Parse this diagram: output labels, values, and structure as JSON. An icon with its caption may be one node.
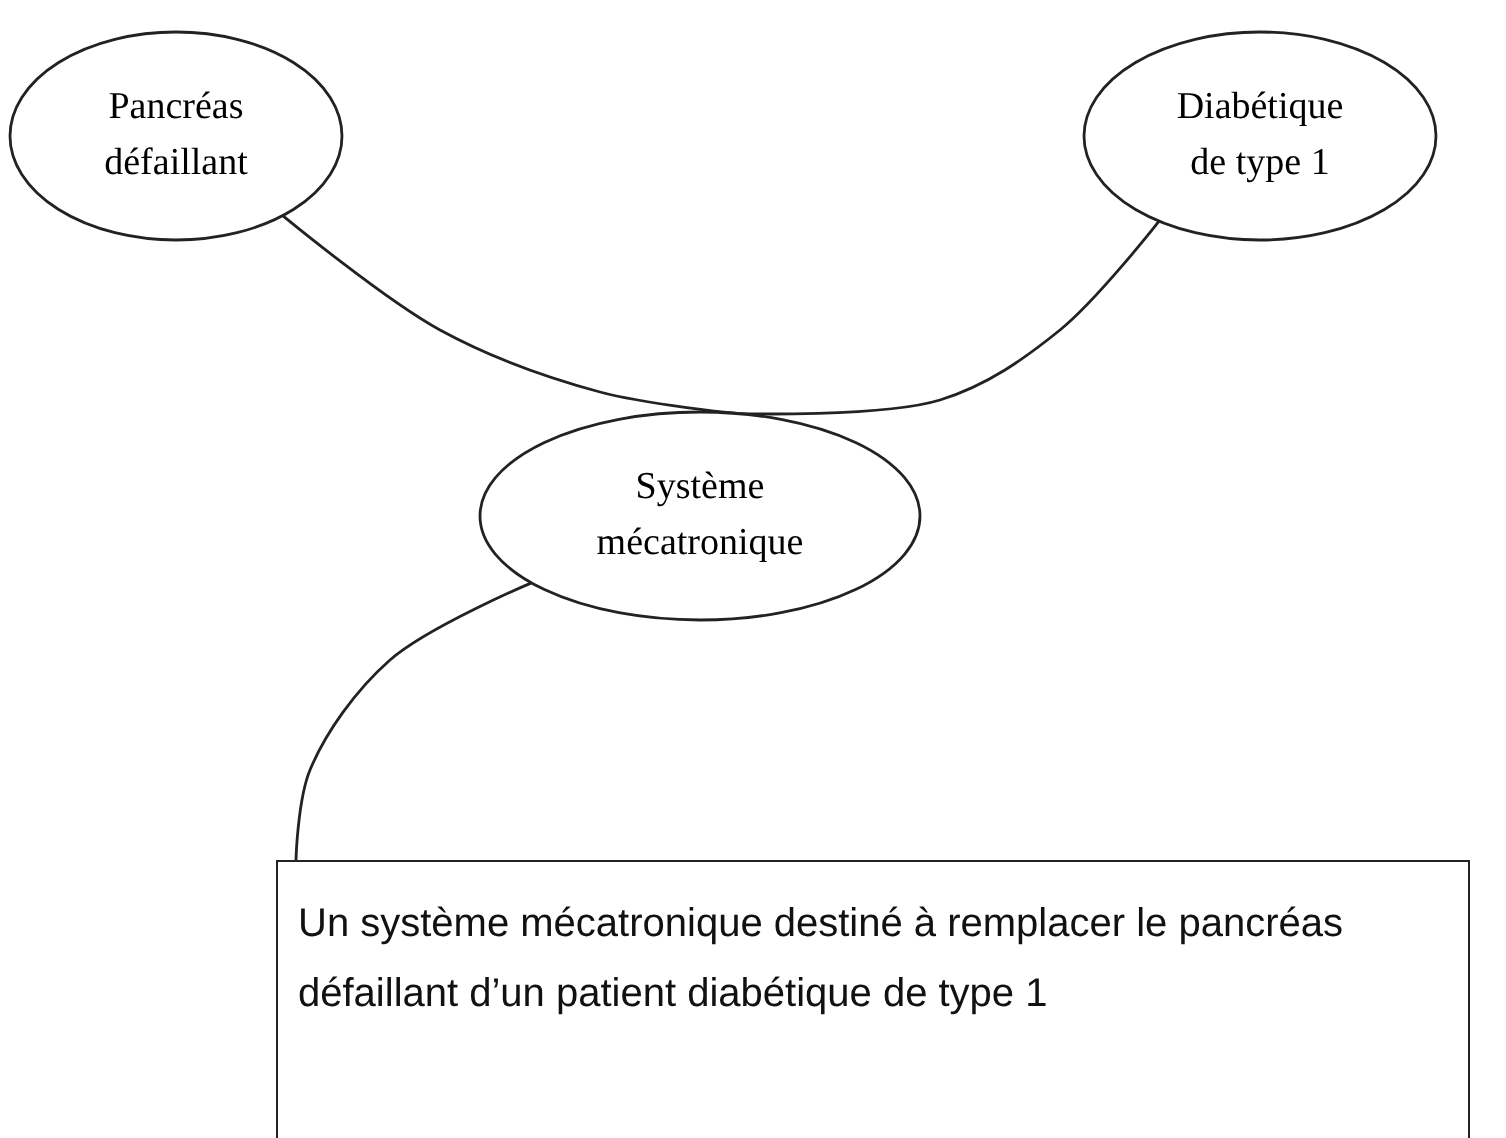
{
  "diagram": {
    "nodes": [
      {
        "text": [
          "Pancréas défaillant"
        ]
      },
      {
        "text": [
          "Diabétique de type 1"
        ]
      },
      {
        "text": [
          "Système mécatronique"
        ]
      },
      {
        "text": [
          "Un système mécatronique destiné à remplacer le pancréas défaillant d’un patient diabétique de type 1"
        ]
      }
    ],
    "edges": [
      {
        "from": 0,
        "to": 2,
        "arrow": "none"
      },
      {
        "from": 2,
        "to": 1,
        "arrow": "none"
      },
      {
        "from": 2,
        "to": 3,
        "arrow": "none"
      }
    ]
  }
}
